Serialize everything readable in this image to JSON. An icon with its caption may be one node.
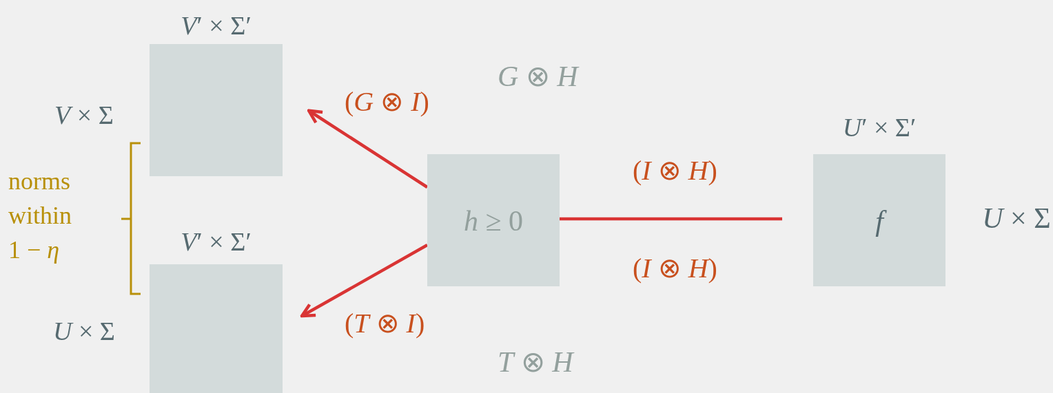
{
  "diagram": {
    "nodes": [
      {
        "text": [
          "*V*′ × Σ′"
        ],
        "beside": [
          "*V* × Σ"
        ]
      },
      {
        "text": [
          "*V*′ × Σ′"
        ],
        "beside": [
          "*U* × Σ"
        ]
      },
      {
        "text": [
          "*h* ≥ 0"
        ]
      },
      {
        "text": [
          "*U*′ × Σ′",
          "*f*"
        ],
        "beside": [
          "*U* × Σ"
        ]
      }
    ],
    "edges": [
      {
        "from": 2,
        "to": 0,
        "arrow": "to",
        "label": "(*G* ⊗ *I*)"
      },
      {
        "from": 2,
        "to": 1,
        "arrow": "to",
        "label": "(*T* ⊗ *I*)"
      },
      {
        "from": 2,
        "to": 3,
        "arrow": "none",
        "label": "(*I* ⊗ *H*)"
      }
    ],
    "labels": [
      "*G* ⊗ *H*",
      "*T* ⊗ *H*",
      "(*I* ⊗ *H*)",
      "norms within 1 − *η*"
    ]
  }
}
